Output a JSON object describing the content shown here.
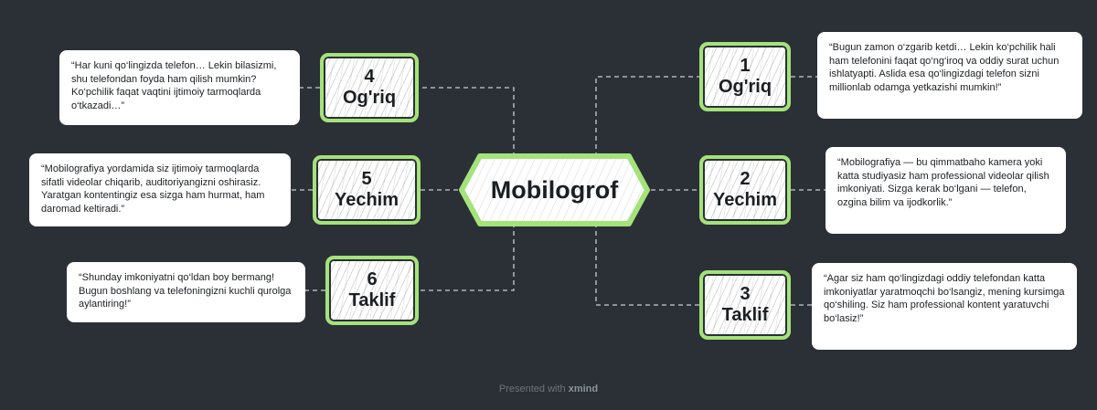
{
  "central": {
    "title": "Mobilogrof"
  },
  "nodes": [
    {
      "num": "1",
      "label": "Og'riq"
    },
    {
      "num": "2",
      "label": "Yechim"
    },
    {
      "num": "3",
      "label": "Taklif"
    },
    {
      "num": "4",
      "label": "Og'riq"
    },
    {
      "num": "5",
      "label": "Yechim"
    },
    {
      "num": "6",
      "label": "Taklif"
    }
  ],
  "notes": [
    {
      "text": "“Bugun zamon o‘zgarib ketdi… Lekin ko‘pchilik hali ham telefonini faqat qo‘ng‘iroq va oddiy surat uchun ishlatyapti. Aslida esa qo‘lingizdagi telefon sizni millionlab odamga yetkazishi mumkin!”"
    },
    {
      "text": "“Mobilografiya — bu qimmatbaho kamera yoki katta studiyasiz ham professional videolar qilish imkoniyati. Sizga kerak bo‘lgani — telefon, ozgina bilim va ijodkorlik.”"
    },
    {
      "text": "“Agar siz ham qo‘lingizdagi oddiy telefondan katta imkoniyatlar yaratmoqchi bo‘lsangiz, mening kursimga qo‘shiling. Siz ham professional kontent yaratuvchi bo‘lasiz!”"
    },
    {
      "text": "“Har kuni qo‘lingizda telefon… Lekin bilasizmi, shu telefondan foyda ham qilish mumkin? Ko‘pchilik faqat vaqtini ijtimoiy tarmoqlarda o‘tkazadi…”"
    },
    {
      "text": "“Mobilografiya yordamida siz ijtimoiy tarmoqlarda sifatli videolar chiqarib, auditoriyangizni oshirasiz. Yaratgan kontentingiz esa sizga ham hurmat, ham daromad keltiradi.”"
    },
    {
      "text": "“Shunday imkoniyatni qo‘ldan boy bermang! Bugun boshlang va telefoningizni kuchli qurolga aylantiring!”"
    }
  ],
  "footer": {
    "prefix": "Presented with",
    "brand": "xmind"
  },
  "colors": {
    "background": "#2a3036",
    "accent": "#a4e27a",
    "card": "#ffffff"
  }
}
